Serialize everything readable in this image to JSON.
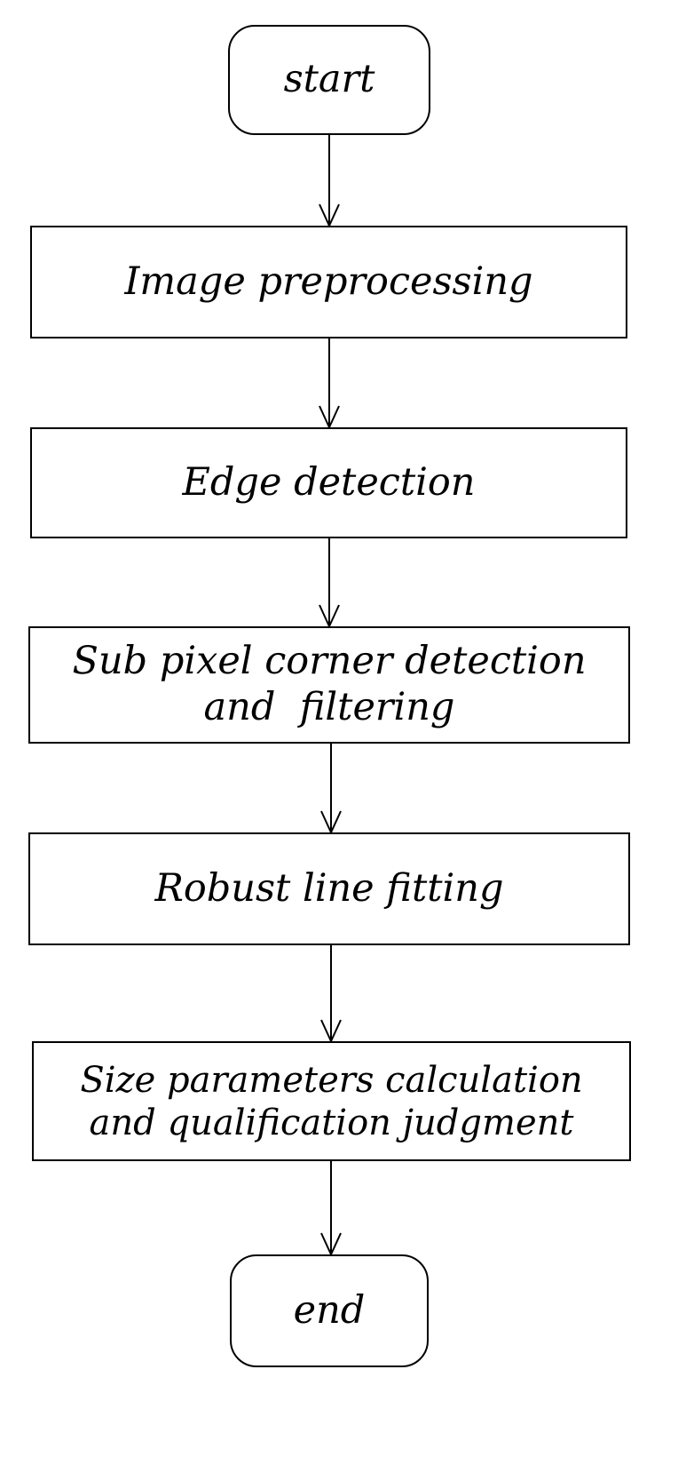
{
  "flowchart": {
    "start": {
      "label": "start"
    },
    "steps": [
      {
        "lines": [
          "Image preprocessing"
        ]
      },
      {
        "lines": [
          "Edge detection"
        ]
      },
      {
        "lines": [
          "Sub pixel corner detection",
          "and  filtering"
        ]
      },
      {
        "lines": [
          "Robust line fitting"
        ]
      },
      {
        "lines": [
          "Size parameters calculation",
          "and qualification judgment"
        ]
      }
    ],
    "end": {
      "label": "end"
    }
  }
}
